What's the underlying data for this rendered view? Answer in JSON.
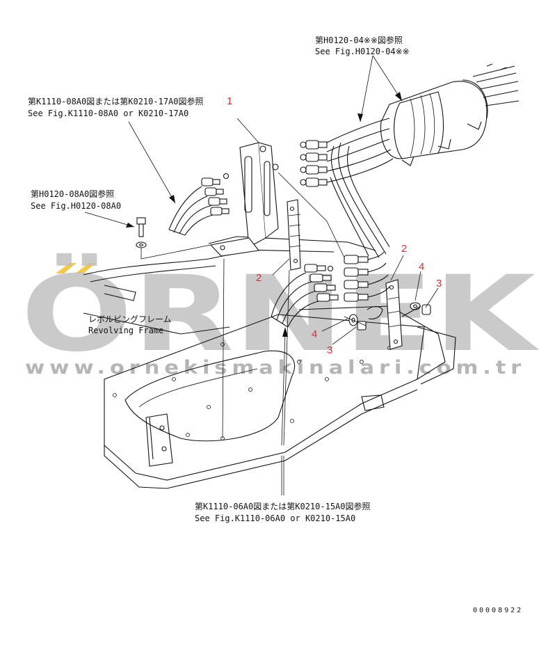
{
  "labels": {
    "fig_h0120_04_jp": "第H0120-04※※図参照",
    "fig_h0120_04_en": "See Fig.H0120-04※※",
    "fig_k1110_08_jp": "第K1110-08A0図または第K0210-17A0図参照",
    "fig_k1110_08_en": "See Fig.K1110-08A0 or K0210-17A0",
    "fig_h0120_08_jp": "第H0120-08A0図参照",
    "fig_h0120_08_en": "See Fig.H0120-08A0",
    "revolving_jp": "レボルビングフレーム",
    "revolving_en": "Revolving Frame",
    "fig_k1110_06_jp": "第K1110-06A0図または第K0210-15A0図参照",
    "fig_k1110_06_en": "See Fig.K1110-06A0 or K0210-15A0",
    "drawing_number": "00008922"
  },
  "callouts": {
    "c1": "1",
    "c2a": "2",
    "c2b": "2",
    "c3a": "3",
    "c3b": "3",
    "c4a": "4",
    "c4b": "4"
  },
  "watermark": {
    "brand": "ÖRNEK",
    "url": "www.ornekismakinalari.com.tr"
  },
  "colors": {
    "line": "#111111",
    "callout": "#cc3333",
    "watermark": "#bdbdbd",
    "watermark_accent": "#f2c94c"
  }
}
